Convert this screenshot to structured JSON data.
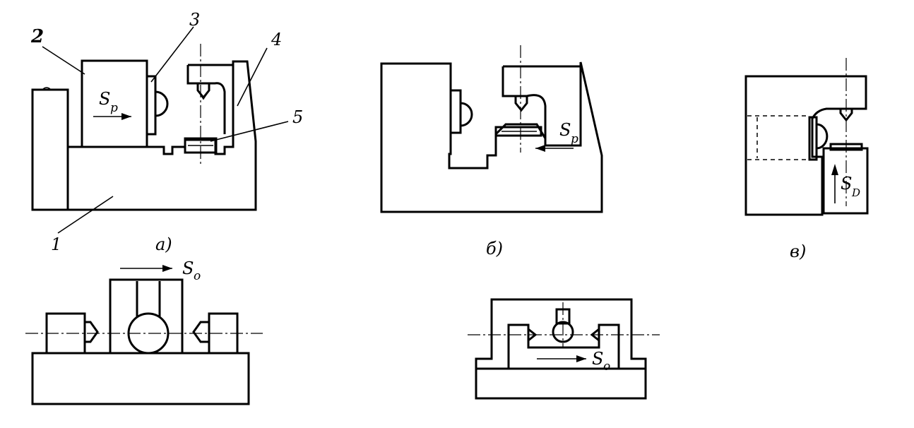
{
  "labels": {
    "n1": "1",
    "n2": "2",
    "n3": "3",
    "n4": "4",
    "n5": "5",
    "fig_a": "а)",
    "fig_b": "б)",
    "fig_v": "в)",
    "s_p_a": "S",
    "s_p_a_sub": "р",
    "s_p_b": "S",
    "s_p_b_sub": "р",
    "s_d": "S",
    "s_d_sub": "D",
    "s_o_a": "S",
    "s_o_a_sub": "о",
    "s_o_b": "S",
    "s_o_b_sub": "о"
  }
}
